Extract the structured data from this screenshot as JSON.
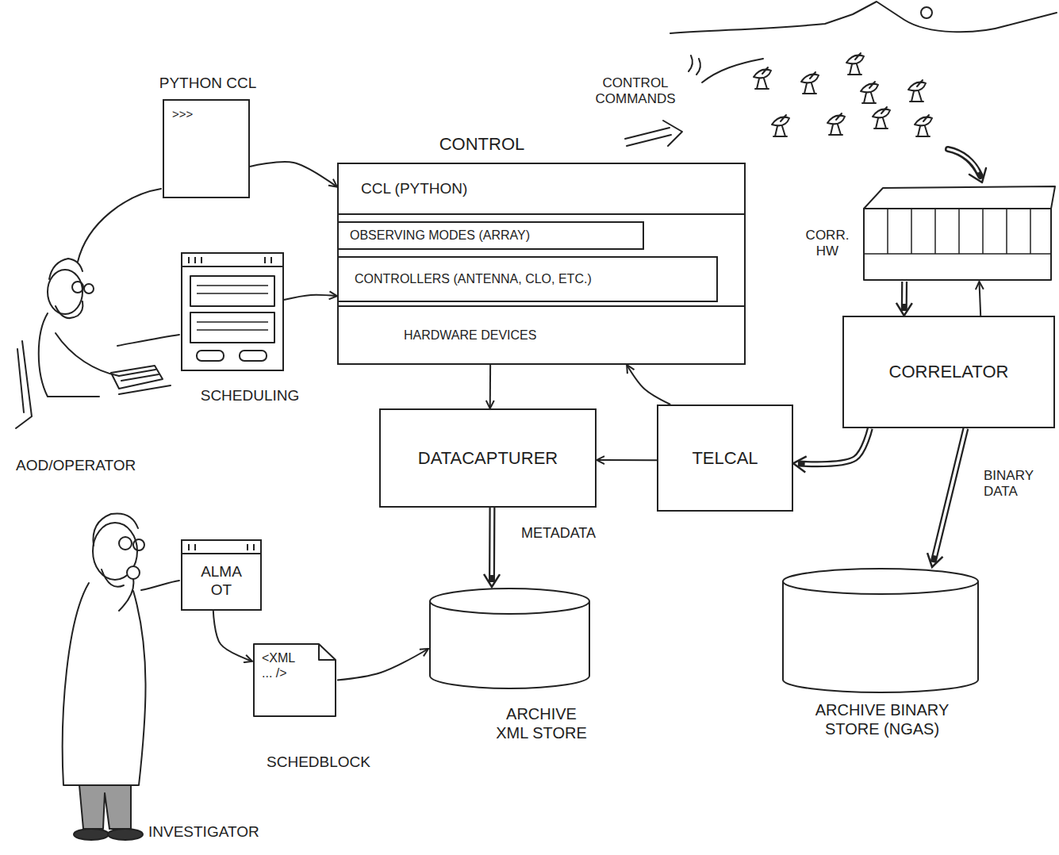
{
  "diagram": {
    "nodes": [
      {
        "text": [
          "PYTHON CCL",
          ">>>"
        ]
      },
      {
        "text": [
          "CONTROL"
        ]
      },
      {
        "text": [
          "CCL (PYTHON)"
        ],
        "in": 1
      },
      {
        "text": [
          "OBSERVING MODES (ARRAY)"
        ],
        "in": 1
      },
      {
        "text": [
          "CONTROLLERS (ANTENNA, CLO, ETC.)"
        ],
        "in": 1
      },
      {
        "text": [
          "HARDWARE DEVICES"
        ],
        "in": 1
      },
      {
        "text": [
          "CORR. HW"
        ]
      },
      {
        "text": [
          "SCHEDULING"
        ]
      },
      {
        "text": [
          "CORRELATOR"
        ]
      },
      {
        "text": [
          "DATACAPTURER"
        ]
      },
      {
        "text": [
          "TELCAL"
        ]
      },
      {
        "text": [
          "ALMA OT"
        ]
      },
      {
        "text": [
          "<XML ... />",
          "SCHEDBLOCK"
        ]
      },
      {
        "text": [
          "ARCHIVE XML STORE"
        ]
      },
      {
        "text": [
          "ARCHIVE BINARY STORE (NGAS)"
        ]
      }
    ],
    "edges": [
      {
        "from": 0,
        "to": 1,
        "arrow": "to"
      },
      {
        "from": 7,
        "to": 1,
        "arrow": "to"
      },
      {
        "from": 1,
        "to": 9,
        "arrow": "to"
      },
      {
        "from": 10,
        "to": 9,
        "arrow": "to"
      },
      {
        "from": 10,
        "to": 1,
        "arrow": "to"
      },
      {
        "from": 8,
        "to": 10,
        "arrow": "to"
      },
      {
        "from": 6,
        "to": 8,
        "arrow": "to"
      },
      {
        "from": 8,
        "to": 6,
        "arrow": "to"
      },
      {
        "from": 8,
        "to": 14,
        "label": "BINARY DATA",
        "arrow": "to"
      },
      {
        "from": 9,
        "to": 13,
        "label": "METADATA",
        "arrow": "to"
      },
      {
        "from": 11,
        "to": 12,
        "arrow": "to"
      },
      {
        "from": 12,
        "to": 13,
        "arrow": "to"
      }
    ],
    "labels": [
      "CONTROL COMMANDS",
      "AOD/OPERATOR",
      "INVESTIGATOR"
    ]
  }
}
